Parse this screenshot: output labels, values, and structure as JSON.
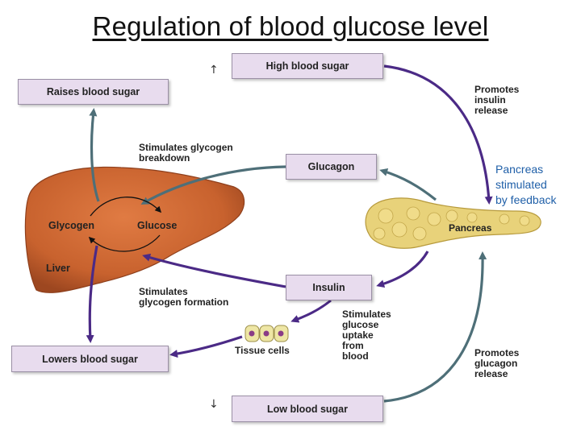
{
  "title": "Regulation of blood glucose level",
  "boxes": {
    "high_blood_sugar": "High blood sugar",
    "raises_blood_sugar": "Raises blood sugar",
    "glucagon": "Glucagon",
    "insulin": "Insulin",
    "lowers_blood_sugar": "Lowers blood sugar",
    "low_blood_sugar": "Low blood sugar"
  },
  "labels": {
    "promotes_insulin_release": "Promotes\ninsulin\nrelease",
    "stimulates_glycogen_breakdown": "Stimulates glycogen\nbreakdown",
    "glycogen": "Glycogen",
    "glucose": "Glucose",
    "liver": "Liver",
    "pancreas": "Pancreas",
    "stimulates_glycogen_formation": "Stimulates\nglycogen formation",
    "stimulates_glucose_uptake": "Stimulates\nglucose\nuptake\nfrom\nblood",
    "tissue_cells": "Tissue cells",
    "promotes_glucagon_release": "Promotes\nglucagon\nrelease"
  },
  "annotation": "Pancreas\nstimulated\nby feedback",
  "markers": {
    "up": "↑",
    "down": "↓"
  },
  "colors": {
    "liver": "#c8622e",
    "pancreas": "#e8d27a",
    "box_fill": "#e8dcee",
    "purple_arrow": "#4b2a86",
    "teal_arrow": "#4e6f78",
    "annotation_text": "#1f5fa8"
  }
}
